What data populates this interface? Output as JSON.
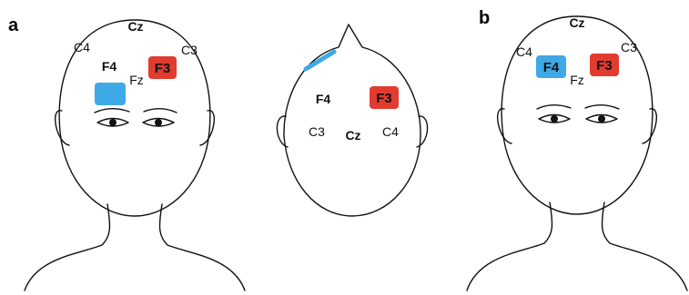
{
  "colors": {
    "anode": "#3fa9e8",
    "cathode": "#e23b30",
    "outline": "#111111",
    "box_text": "#111111"
  },
  "panel_a": {
    "letter": "a",
    "labels": {
      "cz": "Cz",
      "c4": "C4",
      "c3": "C3",
      "f4": "F4",
      "fz": "Fz",
      "f3": "F3"
    }
  },
  "panel_top": {
    "labels": {
      "f4": "F4",
      "f3": "F3",
      "c3": "C3",
      "cz": "Cz",
      "c4": "C4"
    }
  },
  "panel_b": {
    "letter": "b",
    "labels": {
      "cz": "Cz",
      "c4": "C4",
      "c3": "C3",
      "f4": "F4",
      "fz": "Fz",
      "f3": "F3"
    }
  }
}
